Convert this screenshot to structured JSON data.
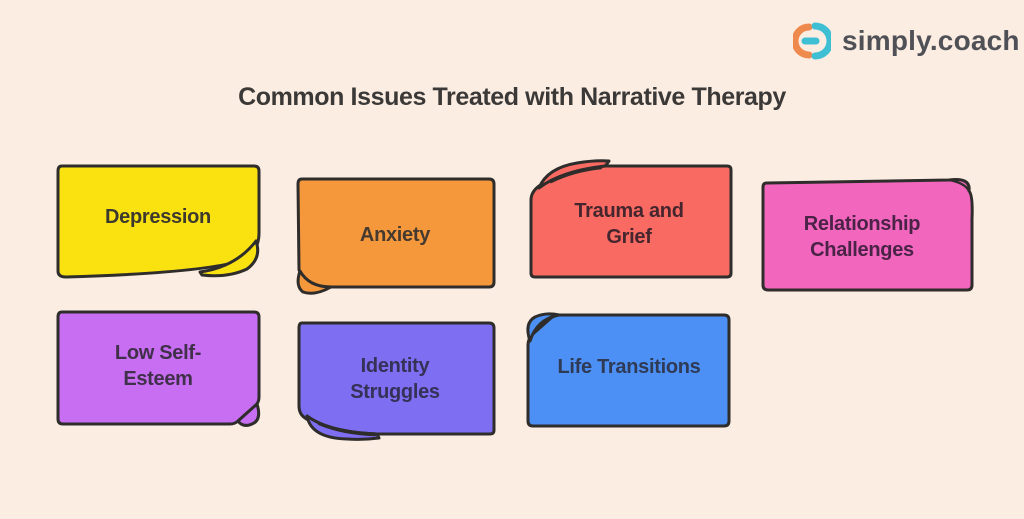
{
  "theme": {
    "background": "#FCEDE3",
    "card_border": "#2E2D2B"
  },
  "header": {
    "logo": {
      "name": "simply.coach",
      "icon_orange": "#EE8A4E",
      "icon_teal": "#3FBFD4",
      "text_color": "#4F5156"
    }
  },
  "title": {
    "text": "Common Issues Treated with Narrative Therapy",
    "color": "#3B3937"
  },
  "cards": [
    {
      "label": "Depression",
      "color": "#FAE211",
      "text_color": "#3E392E",
      "fold": "bottom-right"
    },
    {
      "label": "Anxiety",
      "color": "#F5983C",
      "text_color": "#443A2F",
      "fold": "bottom-left"
    },
    {
      "label": "Trauma and Grief",
      "color": "#F96A62",
      "text_color": "#46262E",
      "fold": "top-left"
    },
    {
      "label": "Relationship Challenges",
      "color": "#F266BE",
      "text_color": "#4A2347",
      "fold": "top-right"
    },
    {
      "label": "Low Self-Esteem",
      "color": "#C76EF2",
      "text_color": "#40304A",
      "fold": "bottom-right"
    },
    {
      "label": "Identity Struggles",
      "color": "#7E6EF2",
      "text_color": "#363156",
      "fold": "bottom-left"
    },
    {
      "label": "Life Transitions",
      "color": "#4D90F5",
      "text_color": "#2F3A55",
      "fold": "top-left"
    }
  ]
}
